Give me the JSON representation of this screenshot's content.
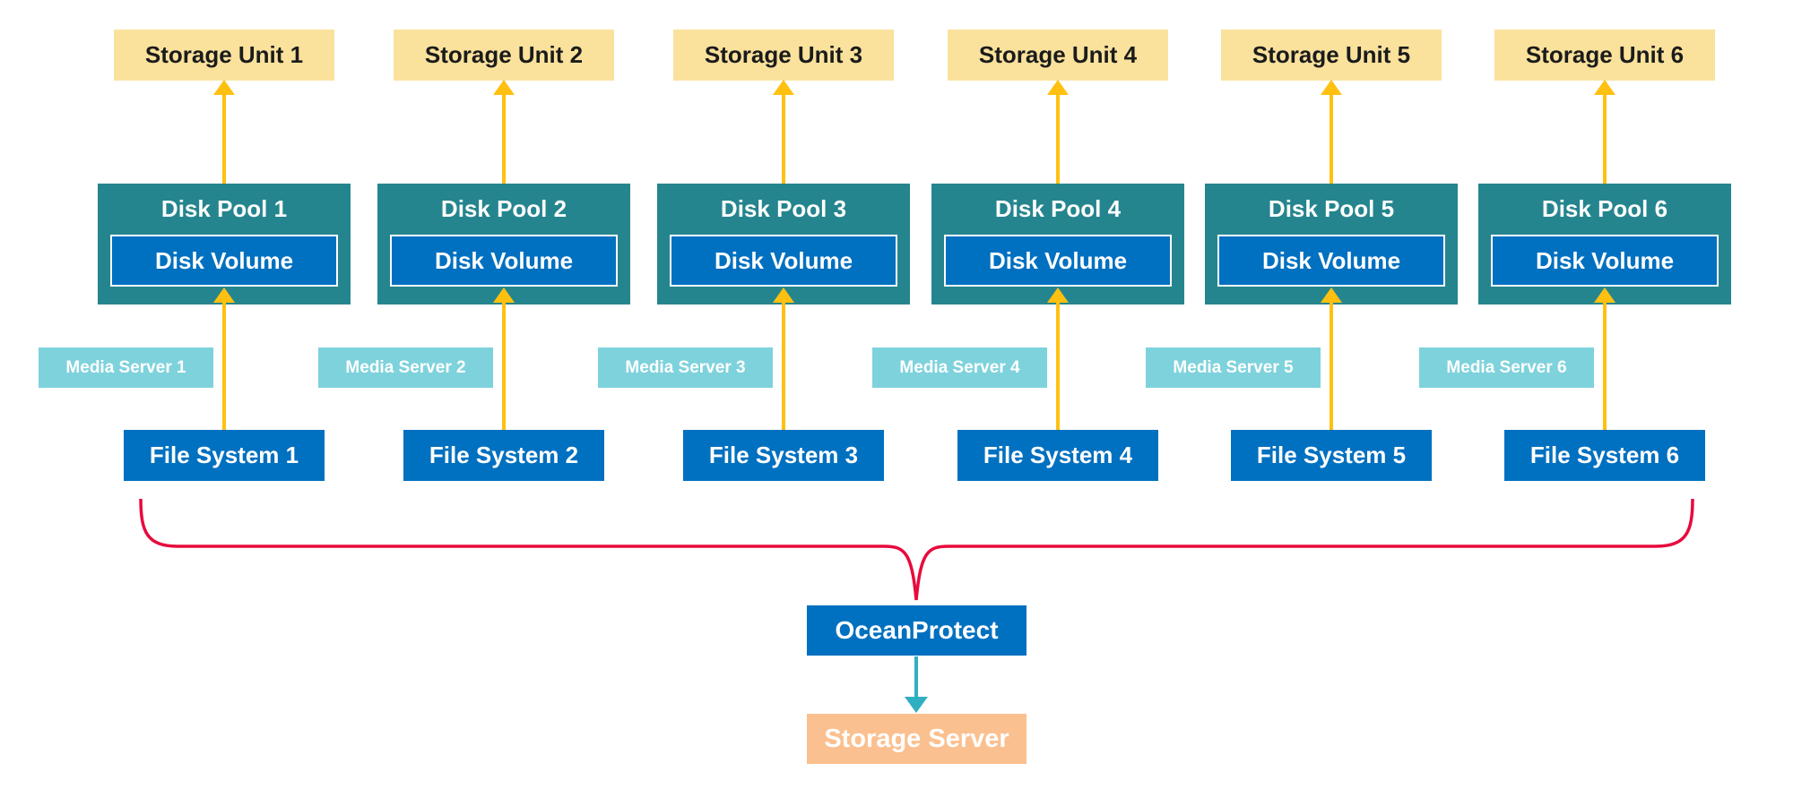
{
  "colors": {
    "yellow": "#FAE29C",
    "teal": "#25858E",
    "blue": "#0070C0",
    "cyan": "#7ED2DC",
    "peach": "#FBC08F",
    "gold": "#FFC010",
    "red": "#E80A3C",
    "aqua": "#31AFC2"
  },
  "columns": [
    {
      "storage_unit": "Storage Unit 1",
      "disk_pool": "Disk Pool 1",
      "disk_volume": "Disk Volume",
      "media_server": "Media Server 1",
      "file_system": "File System 1"
    },
    {
      "storage_unit": "Storage Unit 2",
      "disk_pool": "Disk Pool 2",
      "disk_volume": "Disk Volume",
      "media_server": "Media Server 2",
      "file_system": "File System 2"
    },
    {
      "storage_unit": "Storage Unit 3",
      "disk_pool": "Disk Pool 3",
      "disk_volume": "Disk Volume",
      "media_server": "Media Server 3",
      "file_system": "File System 3"
    },
    {
      "storage_unit": "Storage Unit 4",
      "disk_pool": "Disk Pool 4",
      "disk_volume": "Disk Volume",
      "media_server": "Media Server 4",
      "file_system": "File System 4"
    },
    {
      "storage_unit": "Storage Unit 5",
      "disk_pool": "Disk Pool 5",
      "disk_volume": "Disk Volume",
      "media_server": "Media Server 5",
      "file_system": "File System 5"
    },
    {
      "storage_unit": "Storage Unit 6",
      "disk_pool": "Disk Pool 6",
      "disk_volume": "Disk Volume",
      "media_server": "Media Server 6",
      "file_system": "File System 6"
    }
  ],
  "core": {
    "oceanprotect_label": "OceanProtect",
    "storage_server_label": "Storage Server"
  }
}
